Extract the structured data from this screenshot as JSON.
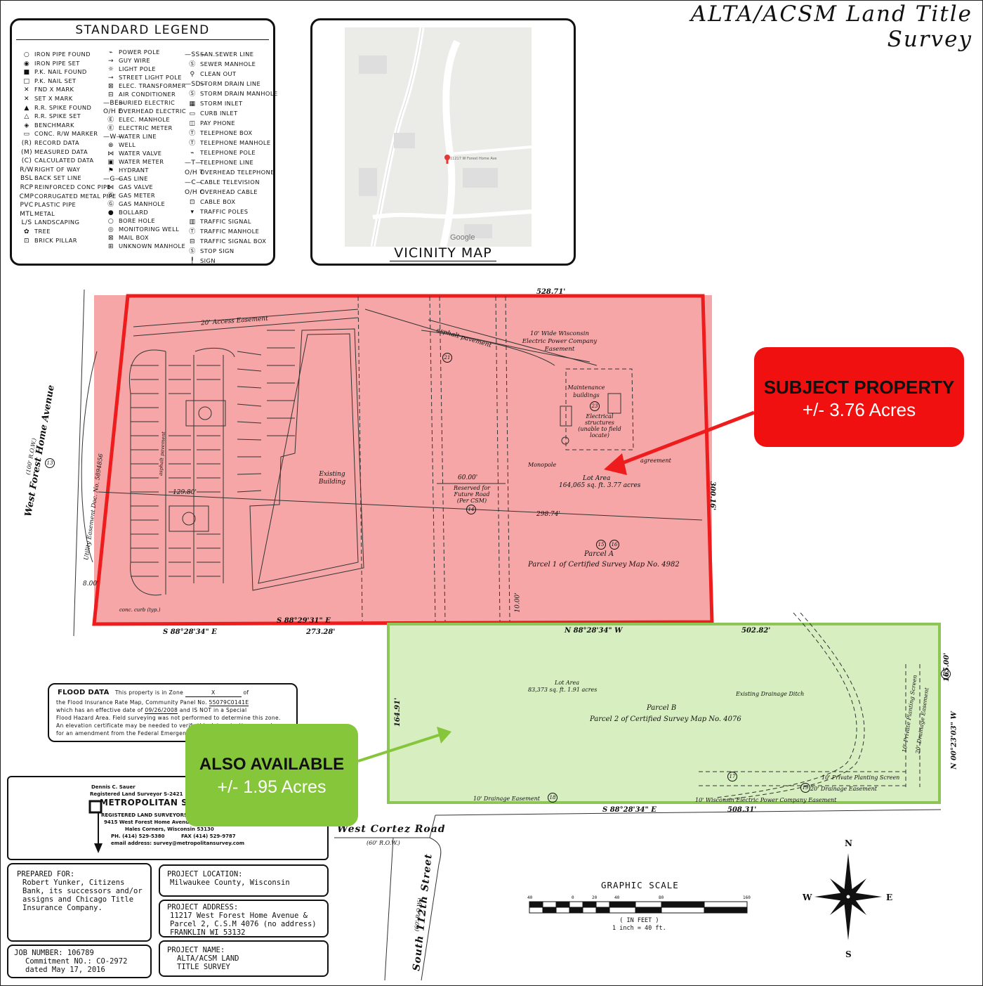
{
  "title": "ALTA/ACSM Land Title Survey",
  "legend": {
    "title": "STANDARD LEGEND",
    "col1": [
      {
        "sym": "○",
        "label": "IRON PIPE FOUND"
      },
      {
        "sym": "◉",
        "label": "IRON PIPE SET"
      },
      {
        "sym": "■",
        "label": "P.K. NAIL FOUND"
      },
      {
        "sym": "□",
        "label": "P.K. NAIL SET"
      },
      {
        "sym": "✕",
        "label": "FND X MARK"
      },
      {
        "sym": "✕",
        "label": "SET X MARK"
      },
      {
        "sym": "▲",
        "label": "R.R. SPIKE FOUND"
      },
      {
        "sym": "△",
        "label": "R.R. SPIKE SET"
      },
      {
        "sym": "◈",
        "label": "BENCHMARK"
      },
      {
        "sym": "▭",
        "label": "CONC. R/W MARKER"
      },
      {
        "sym": "(R)",
        "label": "RECORD DATA"
      },
      {
        "sym": "(M)",
        "label": "MEASURED DATA"
      },
      {
        "sym": "(C)",
        "label": "CALCULATED DATA"
      },
      {
        "sym": "R/W",
        "label": "RIGHT OF WAY"
      },
      {
        "sym": "BSL",
        "label": "BACK SET LINE"
      },
      {
        "sym": "RCP",
        "label": "REINFORCED CONC PIPE"
      },
      {
        "sym": "CMP",
        "label": "CORRUGATED METAL PIPE"
      },
      {
        "sym": "PVC",
        "label": "PLASTIC PIPE"
      },
      {
        "sym": "MTL",
        "label": "METAL"
      },
      {
        "sym": "L/S",
        "label": "LANDSCAPING"
      },
      {
        "sym": "✿",
        "label": "TREE"
      },
      {
        "sym": "⊡",
        "label": "BRICK PILLAR"
      }
    ],
    "col2": [
      {
        "sym": "⌁",
        "label": "POWER POLE"
      },
      {
        "sym": "→",
        "label": "GUY WIRE"
      },
      {
        "sym": "☼",
        "label": "LIGHT POLE"
      },
      {
        "sym": "⊸",
        "label": "STREET LIGHT POLE"
      },
      {
        "sym": "⊠",
        "label": "ELEC. TRANSFORMER"
      },
      {
        "sym": "⊟",
        "label": "AIR CONDITIONER"
      },
      {
        "sym": "—BE—",
        "label": "BURIED ELECTRIC"
      },
      {
        "sym": "O/H E",
        "label": "OVERHEAD ELECTRIC"
      },
      {
        "sym": "Ⓔ",
        "label": "ELEC. MANHOLE"
      },
      {
        "sym": "Ⓔ",
        "label": "ELECTRIC METER"
      },
      {
        "sym": "—W—",
        "label": "WATER LINE"
      },
      {
        "sym": "⊗",
        "label": "WELL"
      },
      {
        "sym": "⋈",
        "label": "WATER VALVE"
      },
      {
        "sym": "▣",
        "label": "WATER METER"
      },
      {
        "sym": "⚑",
        "label": "HYDRANT"
      },
      {
        "sym": "—G—",
        "label": "GAS LINE"
      },
      {
        "sym": "⋈",
        "label": "GAS VALVE"
      },
      {
        "sym": "Ⓖ",
        "label": "GAS METER"
      },
      {
        "sym": "Ⓖ",
        "label": "GAS MANHOLE"
      },
      {
        "sym": "●",
        "label": "BOLLARD"
      },
      {
        "sym": "○",
        "label": "BORE HOLE"
      },
      {
        "sym": "◎",
        "label": "MONITORING WELL"
      },
      {
        "sym": "⊠",
        "label": "MAIL BOX"
      },
      {
        "sym": "⊞",
        "label": "UNKNOWN MANHOLE"
      }
    ],
    "col3": [
      {
        "sym": "—SS—",
        "label": "SAN.SEWER LINE"
      },
      {
        "sym": "Ⓢ",
        "label": "SEWER MANHOLE"
      },
      {
        "sym": "⚲",
        "label": "CLEAN OUT"
      },
      {
        "sym": "—SD—",
        "label": "STORM DRAIN LINE"
      },
      {
        "sym": "Ⓢ",
        "label": "STORM DRAIN MANHOLE"
      },
      {
        "sym": "▦",
        "label": "STORM INLET"
      },
      {
        "sym": "▭",
        "label": "CURB INLET"
      },
      {
        "sym": "◫",
        "label": "PAY PHONE"
      },
      {
        "sym": "Ⓣ",
        "label": "TELEPHONE BOX"
      },
      {
        "sym": "Ⓣ",
        "label": "TELEPHONE MANHOLE"
      },
      {
        "sym": "⌁",
        "label": "TELEPHONE POLE"
      },
      {
        "sym": "—T—",
        "label": "TELEPHONE LINE"
      },
      {
        "sym": "O/H T",
        "label": "OVERHEAD TELEPHONE"
      },
      {
        "sym": "—C—",
        "label": "CABLE TELEVISION"
      },
      {
        "sym": "O/H C",
        "label": "OVERHEAD CABLE"
      },
      {
        "sym": "⊡",
        "label": "CABLE BOX"
      },
      {
        "sym": "▾",
        "label": "TRAFFIC POLES"
      },
      {
        "sym": "▥",
        "label": "TRAFFIC SIGNAL"
      },
      {
        "sym": "Ⓣ",
        "label": "TRAFFIC MANHOLE"
      },
      {
        "sym": "⊟",
        "label": "TRAFFIC SIGNAL BOX"
      },
      {
        "sym": "Ⓢ",
        "label": "STOP SIGN"
      },
      {
        "sym": "╿",
        "label": "SIGN"
      }
    ]
  },
  "vicinity": {
    "title": "VICINITY MAP",
    "provider": "Google",
    "pin_label": "11217 W Forest Home Ave"
  },
  "subject_callout": {
    "heading": "SUBJECT PROPERTY",
    "value": "+/-  3.76 Acres",
    "color": "#f01010"
  },
  "also_callout": {
    "heading": "ALSO AVAILABLE",
    "value": "+/-  1.95 Acres",
    "color": "#86c63a"
  },
  "plat": {
    "road_west": "West Forest Home Avenue",
    "road_west_row": "(100' R.O.W.)",
    "road_cortez": "West Cortez Road",
    "road_cortez_row": "(60' R.O.W.)",
    "road_112": "South 112th Street",
    "road_112_row": "(60' R.O.W.)",
    "access_easement": "20' Access Easement",
    "wepco_easement": "10' Wide Wisconsin Electric Power Company Easement",
    "asphalt_pavement": "asphalt pavement",
    "existing_building": "Existing Building",
    "maintenance": "Maintenance buildings",
    "electrical": "Electrical structures (unable to field locate)",
    "monopole": "Monopole",
    "agreement": "agreement",
    "reserved": "Reserved for Future Road (Per CSM)",
    "lot_area_a": "Lot Area",
    "lot_area_a_value": "164,065 sq. ft. 3.77 acres",
    "parcel_a": "Parcel A",
    "parcel_a_desc": "Parcel 1 of Certified Survey Map No. 4982",
    "lot_area_b": "Lot Area",
    "lot_area_b_value": "83,373 sq. ft. 1.91 acres",
    "parcel_b": "Parcel B",
    "parcel_b_desc": "Parcel 2 of Certified Survey Map No. 4076",
    "drainage_ditch": "Existing Drainage Ditch",
    "planting_screen": "10' Private Planting Screen",
    "drainage_easement": "20' Drainage Easement",
    "drainage_easement_10": "10' Drainage Easement",
    "wepco_10": "10' Wisconsin Electric Power Company Easement",
    "utility_easement": "Utility Easement Doc. No. 5894856",
    "bearing_bottom_a": "S 88°29'31\" E",
    "bearing_bottom_left": "S 88°28'34\" E",
    "dist_273": "273.28'",
    "bearing_b_top": "N 88°28'34\" W",
    "dist_502": "502.82'",
    "bearing_b_bottom": "S 88°28'34\" E",
    "dist_508": "508.31'",
    "dist_164": "164.91'",
    "dist_165": "165.00'",
    "bearing_b_right": "N 00°23'03\" W",
    "dist_300": "300.16'",
    "dist_298": "298.74'",
    "dist_129": "129.80'",
    "dist_60": "60.00'",
    "dist_8": "8.00'",
    "dist_10": "10.00'",
    "dist_528": "528.71'",
    "conc_curb": "conc. curb (typ.)",
    "circle_13": "13",
    "circle_14": "14",
    "circle_15": "15",
    "circle_16": "16",
    "circle_17": "17",
    "circle_18": "18",
    "circle_19": "19",
    "circle_21": "21",
    "circle_22": "22",
    "circle_23": "23"
  },
  "flood": {
    "heading": "FLOOD DATA",
    "line1": "This property is in Zone",
    "zone": "X",
    "line1b": "of",
    "line2": "the Flood Insurance Rate Map, Community Panel No.",
    "panel": "55079C0141E",
    "line3": "which has an effective date of",
    "date": "09/26/2008",
    "line3b": "and IS NOT in a Special",
    "line4": "Flood Hazard Area. Field surveying was not performed to determine this zone.",
    "line5": "An elevation certificate may be needed to verify this determination or apply",
    "line6": "for an amendment from the Federal Emergency Management Agency."
  },
  "company": {
    "surveyor": "Dennis C. Sauer",
    "surveyor_title": "Registered Land Surveyor S-2421",
    "name": "METROPOLITAN SURVEY SERVICE, INC.",
    "sub": "REGISTERED LAND SURVEYORS AND CIVIL ENGINEERS",
    "address": "9415 West Forest Home Avenue, Suite 202",
    "city": "Hales Corners, Wisconsin 53130",
    "phone": "PH. (414) 529-5380",
    "fax": "FAX (414) 529-9787",
    "email": "email address: survey@metropolitansurvey.com"
  },
  "prepared": {
    "label": "PREPARED FOR:",
    "text": "Robert Yunker, Citizens Bank, its successors and/or assigns and Chicago Title Insurance Company."
  },
  "location": {
    "label": "PROJECT LOCATION:",
    "text": "Milwaukee County, Wisconsin"
  },
  "address": {
    "label": "PROJECT ADDRESS:",
    "line1": "11217 West Forest Home Avenue &",
    "line2": "Parcel 2, C.S.M 4076 (no address)",
    "line3": "FRANKLIN WI  53132"
  },
  "job": {
    "line1": "JOB NUMBER: 106789",
    "line2": "Commitment NO.: CO-2972",
    "line3": "dated May 17, 2016"
  },
  "project": {
    "label": "PROJECT NAME:",
    "line1": "ALTA/ACSM LAND",
    "line2": "TITLE SURVEY"
  },
  "scale": {
    "title": "GRAPHIC SCALE",
    "ticks": [
      "40",
      "0",
      "20",
      "40",
      "80",
      "160"
    ],
    "unit": "( IN FEET )",
    "ratio": "1 inch = 40  ft."
  },
  "compass": {
    "n": "N",
    "s": "S",
    "e": "E",
    "w": "W"
  }
}
